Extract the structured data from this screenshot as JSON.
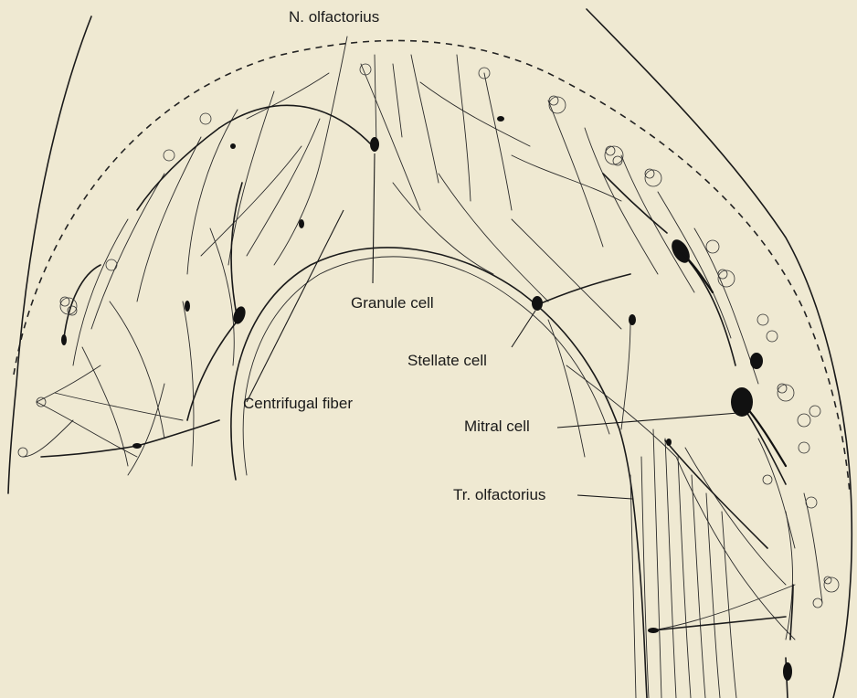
{
  "labels": {
    "n_olfactorius": "N. olfactorius",
    "granule_cell": "Granule cell",
    "stellate_cell": "Stellate cell",
    "centrifugal_fiber": "Centrifugal  fiber",
    "mitral_cell": "Mitral cell",
    "tr_olfactorius": "Tr. olfactorius"
  },
  "colors": {
    "background": "#efe9d2",
    "ink": "#111111"
  }
}
